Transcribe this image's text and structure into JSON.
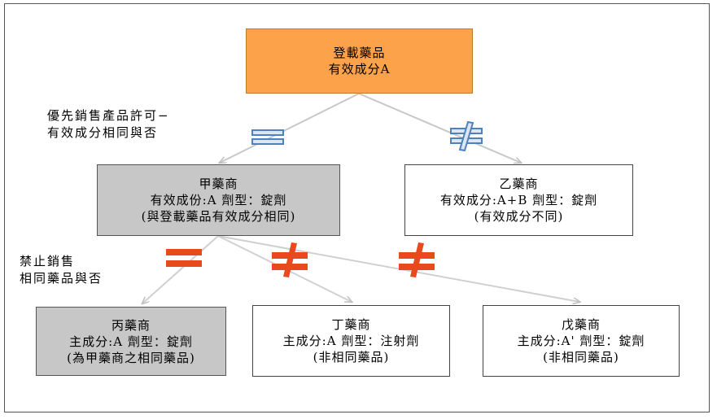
{
  "root": {
    "line1": "登載藥品",
    "line2": "有效成分A"
  },
  "note_top": {
    "line1": "優先銷售產品許可−",
    "line2": "有效成分相同與否"
  },
  "note_bottom": {
    "line1": "禁止銷售",
    "line2": "相同藥品與否"
  },
  "company_a": {
    "line1": "甲藥商",
    "line2": "有效成份:A 劑型：錠劑",
    "line3": "(與登載藥品有效成分相同)"
  },
  "company_b": {
    "line1": "乙藥商",
    "line2": "有效成分:A+B 劑型：錠劑",
    "line3": "(有效成分不同)"
  },
  "company_c": {
    "line1": "丙藥商",
    "line2": "主成分:A 劑型：錠劑",
    "line3": "(為甲藥商之相同藥品)"
  },
  "company_d": {
    "line1": "丁藥商",
    "line2": "主成分:A 劑型：注射劑",
    "line3": "(非相同藥品)"
  },
  "company_e": {
    "line1": "戊藥商",
    "line2": "主成分:A' 劑型：錠劑",
    "line3": "(非相同藥品)"
  },
  "colors": {
    "root_fill": "#fba24a",
    "gray_fill": "#c7c7c7",
    "blue_symbol": "#4f81bd",
    "blue_symbol_light": "#dce6f2",
    "red_symbol": "#e8491d",
    "arrow": "#bfbfbf"
  }
}
